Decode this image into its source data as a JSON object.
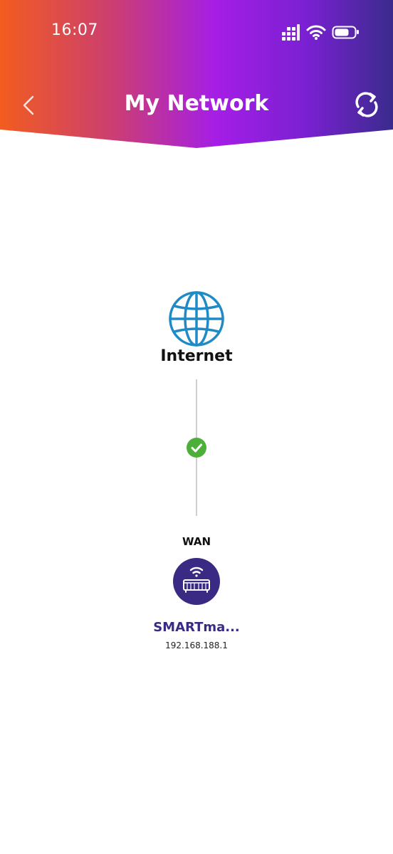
{
  "status_bar": {
    "time": "16:07"
  },
  "header": {
    "title": "My Network",
    "gradient": [
      "#f25c1f",
      "#c7377e",
      "#a41de8",
      "#7d1fd6",
      "#3a2b8c"
    ]
  },
  "topology": {
    "internet_label": "Internet",
    "connection_status": "connected",
    "wan_label": "WAN",
    "device": {
      "name": "SMARTma...",
      "ip": "192.168.188.1"
    }
  },
  "colors": {
    "accent": "#3b2a83",
    "globe": "#1f8ac6",
    "ok": "#4caf3a",
    "line": "#cfcfcf"
  },
  "icons": {
    "back": "chevron-left-icon",
    "refresh": "refresh-icon",
    "internet": "globe-icon",
    "status": "check-circle-icon",
    "device": "router-icon"
  }
}
